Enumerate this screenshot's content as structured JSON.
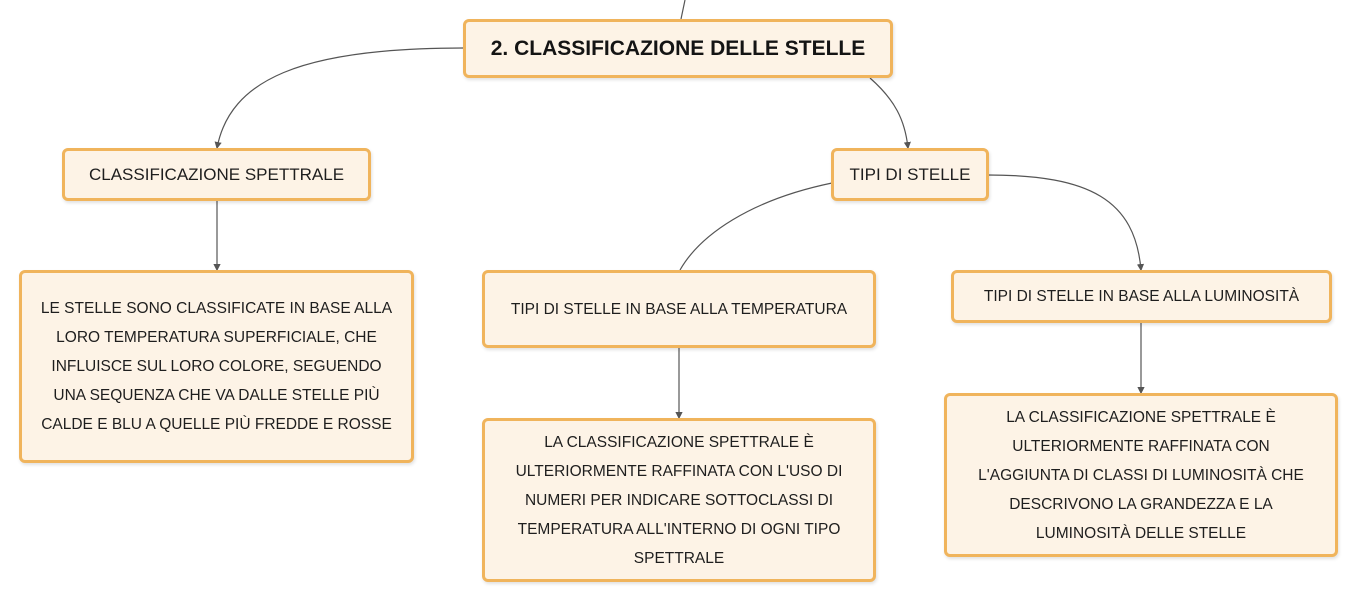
{
  "colors": {
    "node_fill": "#fdf3e6",
    "node_border": "#f0b45c",
    "link": "#555555"
  },
  "root": {
    "label": "2. CLASSIFICAZIONE DELLE STELLE"
  },
  "branches": {
    "spectral": {
      "label": "CLASSIFICAZIONE SPETTRALE",
      "description": "LE STELLE SONO CLASSIFICATE IN BASE ALLA LORO TEMPERATURA SUPERFICIALE, CHE INFLUISCE SUL LORO COLORE, SEGUENDO UNA SEQUENZA CHE VA DALLE STELLE PIÙ CALDE E BLU A QUELLE PIÙ FREDDE E ROSSE"
    },
    "star_types": {
      "label": "TIPI DI STELLE",
      "by_temperature": {
        "label": "TIPI DI STELLE IN BASE ALLA TEMPERATURA",
        "description": "LA CLASSIFICAZIONE SPETTRALE È ULTERIORMENTE RAFFINATA CON L'USO DI NUMERI PER INDICARE SOTTOCLASSI DI TEMPERATURA ALL'INTERNO DI OGNI TIPO SPETTRALE"
      },
      "by_luminosity": {
        "label": "TIPI DI STELLE IN BASE ALLA LUMINOSITÀ",
        "description": "LA CLASSIFICAZIONE SPETTRALE È ULTERIORMENTE RAFFINATA CON L'AGGIUNTA DI CLASSI DI LUMINOSITÀ CHE DESCRIVONO LA GRANDEZZA E LA LUMINOSITÀ DELLE STELLE"
      }
    }
  }
}
